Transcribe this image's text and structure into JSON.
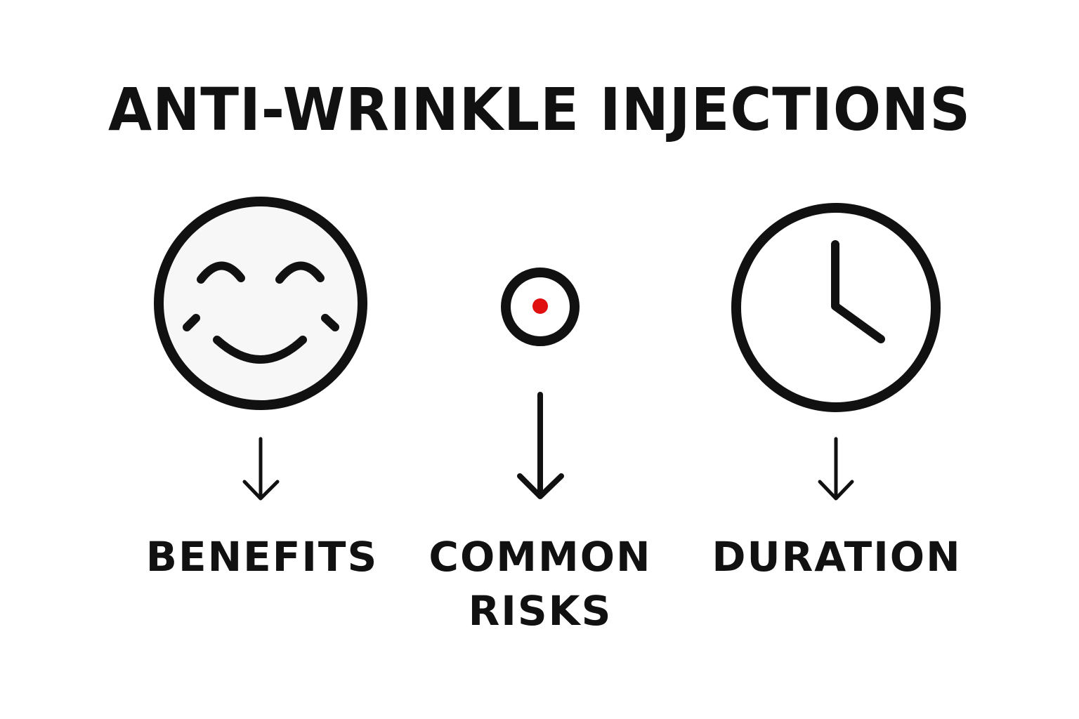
{
  "title": "ANTI-WRINKLE INJECTIONS",
  "items": [
    {
      "label_lines": [
        "BENEFITS"
      ],
      "icon": "smiling-face-icon"
    },
    {
      "label_lines": [
        "COMMON",
        "RISKS"
      ],
      "icon": "target-dot-icon"
    },
    {
      "label_lines": [
        "DURATION"
      ],
      "icon": "clock-icon"
    }
  ],
  "colors": {
    "stroke": "#111111",
    "accent": "#e01010",
    "face_fill": "#f7f7f7"
  }
}
